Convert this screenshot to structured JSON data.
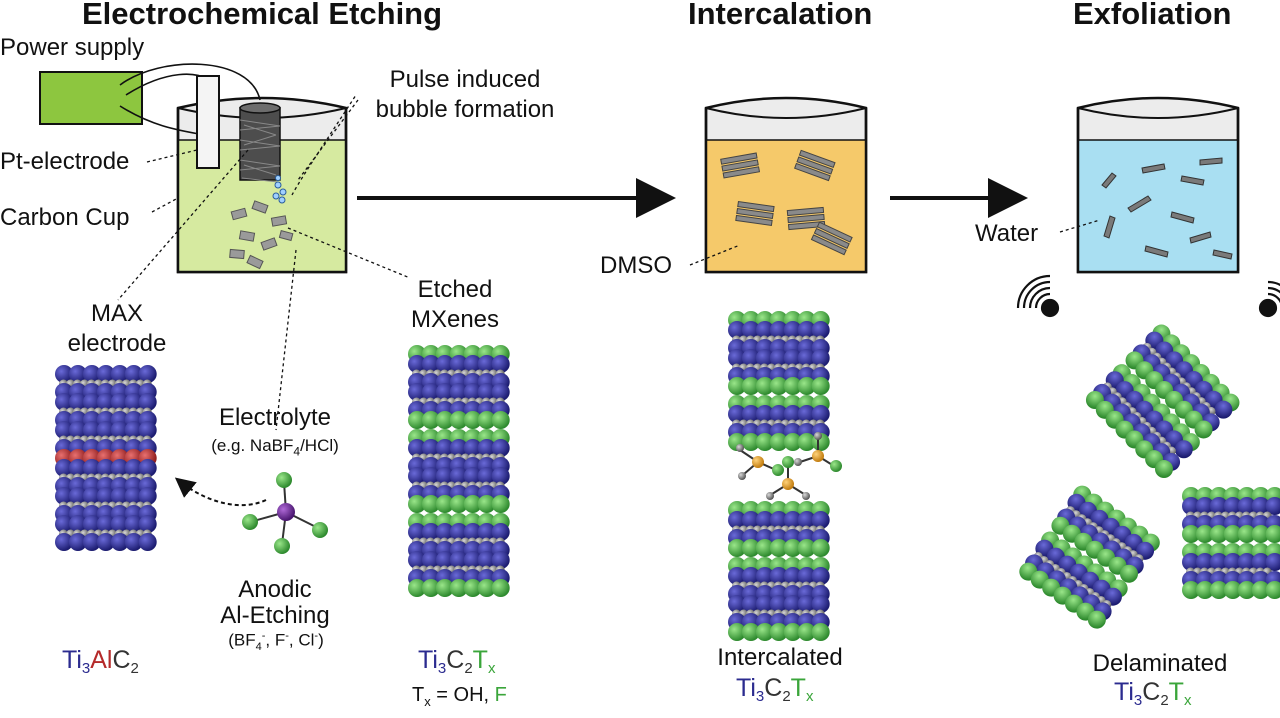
{
  "headings": {
    "etching": "Electrochemical Etching",
    "intercalation": "Intercalation",
    "exfoliation": "Exfoliation"
  },
  "labels": {
    "power_supply": "Power supply",
    "pulse_1": "Pulse induced",
    "pulse_2": "bubble formation",
    "pt_electrode": "Pt-electrode",
    "carbon_cup": "Carbon Cup",
    "max_1": "MAX",
    "max_2": "electrode",
    "etched_1": "Etched",
    "etched_2": "MXenes",
    "electrolyte": "Electrolyte",
    "electrolyte_eg": "(e.g. NaBF",
    "electrolyte_sub": "4",
    "electrolyte_end": "/HCl)",
    "anodic_1": "Anodic",
    "anodic_2": "Al-Etching",
    "anodic_3a": "(BF",
    "anodic_3sub": "4",
    "anodic_3sup": "-",
    "anodic_3b": ", F",
    "anodic_3c": ", Cl",
    "anodic_3d": ")",
    "dmso": "DMSO",
    "water": "Water",
    "intercalated": "Intercalated",
    "delaminated": "Delaminated"
  },
  "formulas": {
    "max_ti": "Ti",
    "max_3": "3",
    "max_al": "Al",
    "max_c": "C",
    "max_2": "2",
    "mx_ti": "Ti",
    "mx_3": "3",
    "mx_c": "C",
    "mx_2": "2",
    "mx_t": "T",
    "mx_x": "x",
    "tx_t": "T",
    "tx_x": "x",
    "tx_eq": " = OH, ",
    "tx_f": "F"
  },
  "colors": {
    "ti": "#2b2b8f",
    "al": "#b52a2a",
    "t_group": "#3aa53a",
    "carbon": "#888888",
    "electrolyte": "#d6eaa0",
    "dmso": "#f5c96a",
    "water": "#a9dff2",
    "power": "#8dc63f"
  }
}
